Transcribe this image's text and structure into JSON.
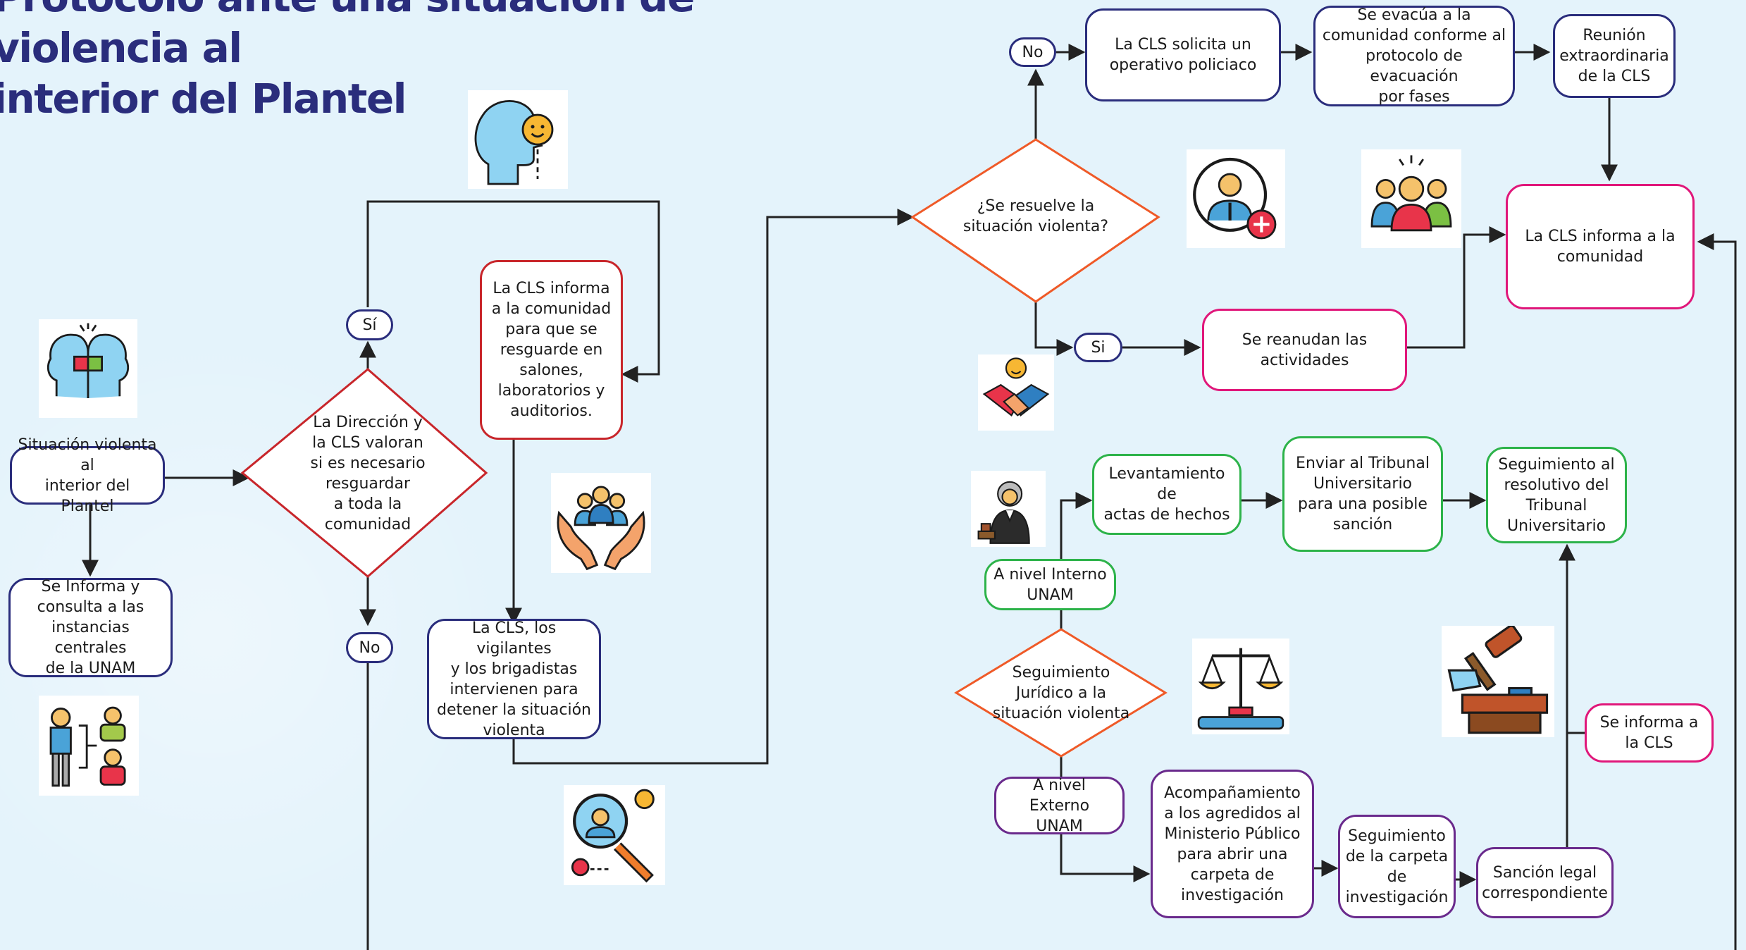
{
  "title": {
    "line1": "Protocolo ante una situación de violencia al",
    "line2": "interior del Plantel"
  },
  "nodes": {
    "situacion": "Situación violenta al\ninterior del Plantel",
    "informa_consulta": "Se Informa y\nconsulta a las\ninstancias centrales\nde la UNAM",
    "direccion_valoran": "La Dirección y\nla CLS valoran\nsi es necesario\nresguardar\na toda la\ncomunidad",
    "si_1": "Sí",
    "no_1": "No",
    "cls_informa_resguarde": "La CLS informa\na la comunidad\npara que se\nresguarde en\nsalones,\nlaboratorios y\nauditorios.",
    "cls_vigilantes": "La CLS, los vigilantes\ny los brigadistas\nintervienen para\ndetener la situación\nviolenta",
    "se_resuelve": "¿Se resuelve la\nsituación violenta?",
    "no_2": "No",
    "si_2": "Si",
    "cls_solicita": "La CLS solicita un\noperativo policiaco",
    "se_evacua": "Se evacúa a la\ncomunidad conforme al\nprotocolo de evacuación\npor fases",
    "reunion": "Reunión\nextraordinaria\nde la CLS",
    "cls_informa_comunidad": "La CLS informa a la\ncomunidad",
    "se_reanudan": "Se reanudan las\nactividades",
    "seguimiento_juridico": "Seguimiento\nJurídico a la\nsituación violenta",
    "nivel_interno": "A nivel Interno\nUNAM",
    "nivel_externo": "A nivel Externo\nUNAM",
    "levantamiento": "Levantamiento de\nactas de hechos",
    "enviar_tribunal": "Enviar al Tribunal\nUniversitario\npara una posible\nsanción",
    "seguimiento_resolutivo": "Seguimiento al\nresolutivo del\nTribunal\nUniversitario",
    "acompanamiento": "Acompañamiento\na los agredidos al\nMinisterio Público\npara abrir una\ncarpeta de\ninvestigación",
    "seguimiento_carpeta": "Seguimiento\nde la carpeta\nde\ninvestigación",
    "sancion_legal": "Sanción legal\ncorrespondiente",
    "se_informa_cls": "Se informa a\nla CLS"
  },
  "icons": [
    "head-puzzle-icon",
    "org-chart-icon",
    "head-smile-icon",
    "hands-people-icon",
    "search-person-icon",
    "add-user-icon",
    "handshake-icon",
    "group-people-icon",
    "judge-icon",
    "scales-of-justice-icon",
    "gavel-icon"
  ],
  "colors": {
    "navy": "#2a2d7c",
    "red": "#c8262b",
    "pink": "#e0177a",
    "green": "#2db34a",
    "purple": "#6a2a8c",
    "orange": "#ef5a28",
    "background": "#e4f3fb"
  }
}
